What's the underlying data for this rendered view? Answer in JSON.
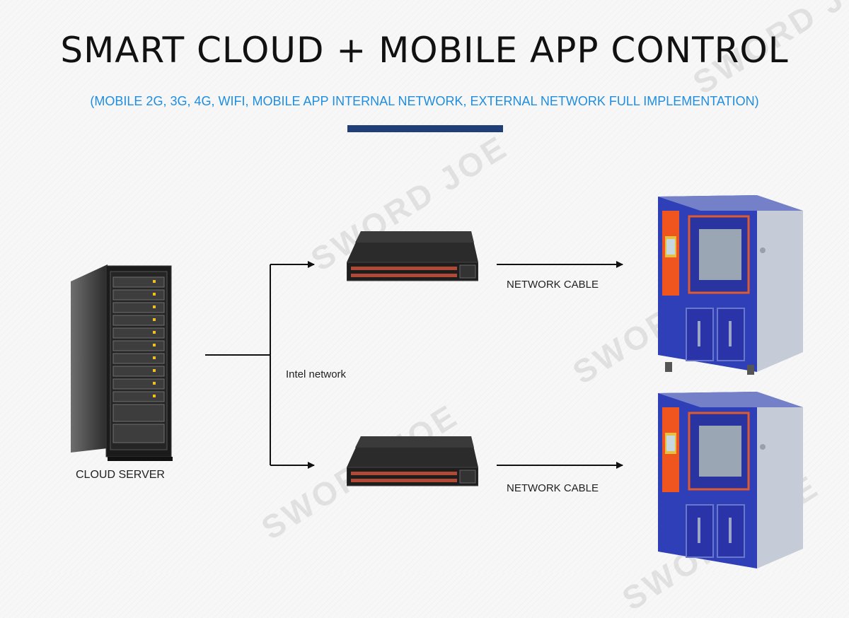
{
  "header": {
    "title": "SMART CLOUD + MOBILE APP CONTROL",
    "subtitle": "(MOBILE 2G, 3G, 4G, WIFI, MOBILE APP INTERNAL NETWORK, EXTERNAL NETWORK FULL IMPLEMENTATION)"
  },
  "diagram": {
    "server_label": "CLOUD SERVER",
    "network_label": "Intel network",
    "cable_label_top": "NETWORK CABLE",
    "cable_label_bottom": "NETWORK CABLE"
  },
  "watermark": "SWORD JOE",
  "colors": {
    "subtitle": "#1f8de0",
    "divider": "#203f78",
    "chamber_blue": "#2f3fb8",
    "panel_orange": "#f0541f"
  }
}
